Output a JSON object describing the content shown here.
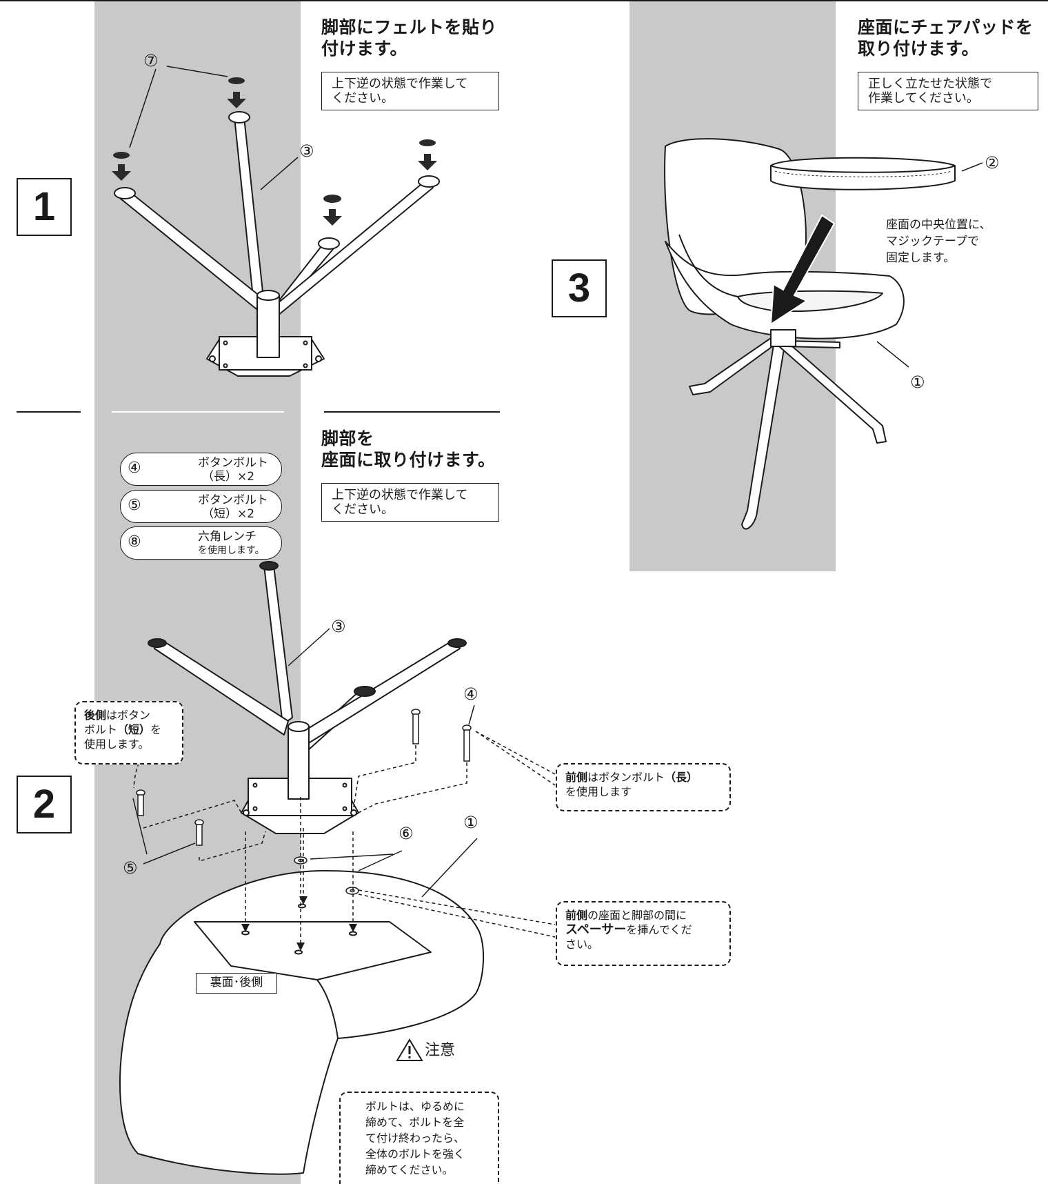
{
  "steps": {
    "step1": {
      "number": "1",
      "title_lines": [
        "脚部にフェルトを貼り",
        "付けます。"
      ],
      "note_lines": [
        "上下逆の状態で作業して",
        "ください。"
      ],
      "labels": {
        "felt": "⑦",
        "leg": "③"
      }
    },
    "step2": {
      "number": "2",
      "title_lines": [
        "脚部を",
        "座面に取り付けます。"
      ],
      "note_lines": [
        "上下逆の状態で作業して",
        "ください。"
      ],
      "parts": [
        {
          "num": "④",
          "name": "ボタンボルト",
          "spec": "（長）×2",
          "icon": "long-bolt-icon"
        },
        {
          "num": "⑤",
          "name": "ボタンボルト",
          "spec": "（短）×2",
          "icon": "short-bolt-icon"
        },
        {
          "num": "⑧",
          "name": "六角レンチ",
          "spec": "を使用します。",
          "icon": "hex-wrench-icon"
        }
      ],
      "labels": {
        "leg": "③",
        "long_bolt": "④",
        "short_bolt": "⑤",
        "spacer": "⑥",
        "seat": "①"
      },
      "callout_rear": {
        "bold1": "後側",
        "text1": "はボタン",
        "text2a": "ボルト",
        "bold2": "（短）",
        "text2b": "を",
        "text3": "使用します。"
      },
      "callout_front_bolt": {
        "bold1": "前側",
        "text1": "はボタンボルト",
        "bold2": "（長）",
        "text2": "を使用します"
      },
      "callout_spacer": {
        "bold1": "前側",
        "text1": "の座面と脚部の間に",
        "bold2": "スペーサー",
        "text2": "を挿んでくだ",
        "text3": "さい。"
      },
      "seat_underside_label": "裏面･後側",
      "caution": {
        "heading": "注意",
        "lines": [
          "ボルトは、ゆるめに",
          "締めて、ボルトを全",
          "て付け終わったら、",
          "全体のボルトを強く",
          "締めてください。"
        ]
      }
    },
    "step3": {
      "number": "3",
      "title_lines": [
        "座面にチェアパッドを",
        "取り付けます。"
      ],
      "note_lines": [
        "正しく立たせた状態で",
        "作業してください。"
      ],
      "instruction_lines": [
        "座面の中央位置に、",
        "マジックテープで",
        "固定します。"
      ],
      "labels": {
        "pad": "②",
        "seat": "①"
      }
    }
  },
  "colors": {
    "band": "#c9c9c9",
    "line": "#1a1a1a",
    "felt": "#2a2a2a"
  }
}
